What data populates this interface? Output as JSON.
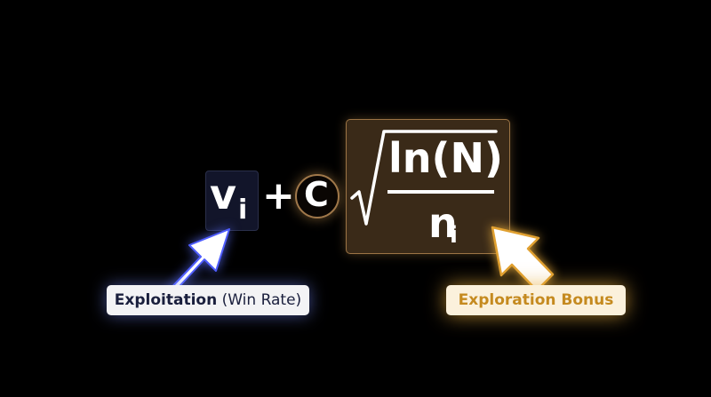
{
  "formula": {
    "value_symbol": "v",
    "value_subscript": "i",
    "plus": "+",
    "constant": "C",
    "numerator": "ln(N)",
    "denominator_symbol": "n",
    "denominator_subscript": "i"
  },
  "labels": {
    "exploitation_main": "Exploitation",
    "exploitation_note": "(Win Rate)",
    "exploration": "Exploration Bonus"
  },
  "colors": {
    "exploitation_accent": "#1a1f3d",
    "exploration_accent": "#c58a1f",
    "box_fill": "#3a2a18"
  },
  "icons": {
    "arrow_left": "arrow-up-right-icon",
    "arrow_right": "arrow-up-left-icon",
    "radical": "square-root-icon"
  }
}
